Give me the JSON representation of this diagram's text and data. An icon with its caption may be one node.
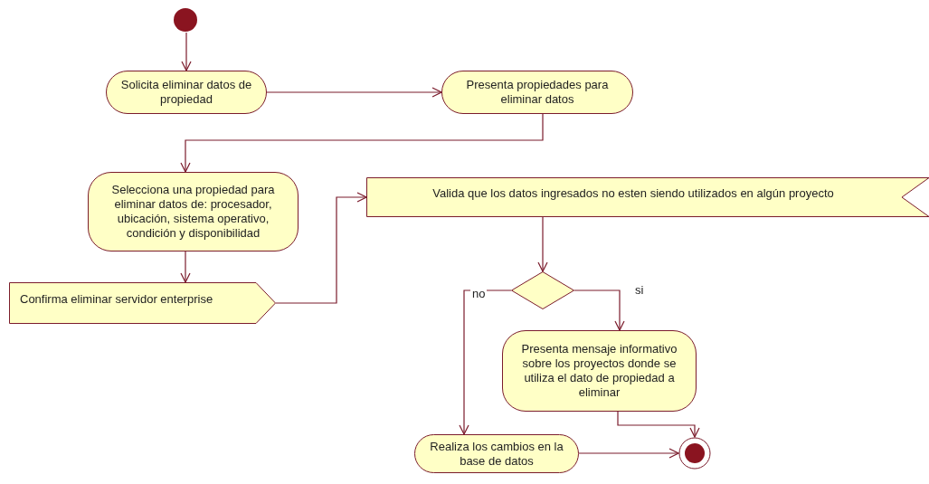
{
  "diagram": {
    "nodes": [
      {
        "text": [],
        "shape": "circle"
      },
      {
        "text": [
          "Solicita eliminar datos de propiedad"
        ]
      },
      {
        "text": [
          "Presenta propiedades para eliminar datos"
        ]
      },
      {
        "text": [
          "Selecciona una propiedad para eliminar datos de: procesador, ubicación, sistema operativo, condición y disponibilidad"
        ]
      },
      {
        "text": [
          "Confirma eliminar servidor enterprise"
        ]
      },
      {
        "text": [
          "Valida que los datos ingresados no esten siendo utilizados en algún proyecto"
        ]
      },
      {
        "text": [],
        "shape": "diamond"
      },
      {
        "text": [
          "Presenta mensaje informativo sobre los proyectos donde se utiliza el dato de propiedad a eliminar"
        ]
      },
      {
        "text": [
          "Realiza los cambios en la base de datos"
        ]
      },
      {
        "text": [],
        "shape": "circle"
      }
    ],
    "edges": [
      {
        "from": 0,
        "to": 1,
        "arrow": "to"
      },
      {
        "from": 1,
        "to": 2,
        "arrow": "to"
      },
      {
        "from": 2,
        "to": 3,
        "arrow": "to"
      },
      {
        "from": 3,
        "to": 4,
        "arrow": "to"
      },
      {
        "from": 4,
        "to": 5,
        "arrow": "to"
      },
      {
        "from": 5,
        "to": 6,
        "arrow": "to"
      },
      {
        "from": 6,
        "to": 7,
        "arrow": "to",
        "label": "si"
      },
      {
        "from": 6,
        "to": 8,
        "arrow": "to",
        "label": "no"
      },
      {
        "from": 7,
        "to": 9,
        "arrow": "to"
      },
      {
        "from": 8,
        "to": 9,
        "arrow": "to"
      }
    ]
  }
}
